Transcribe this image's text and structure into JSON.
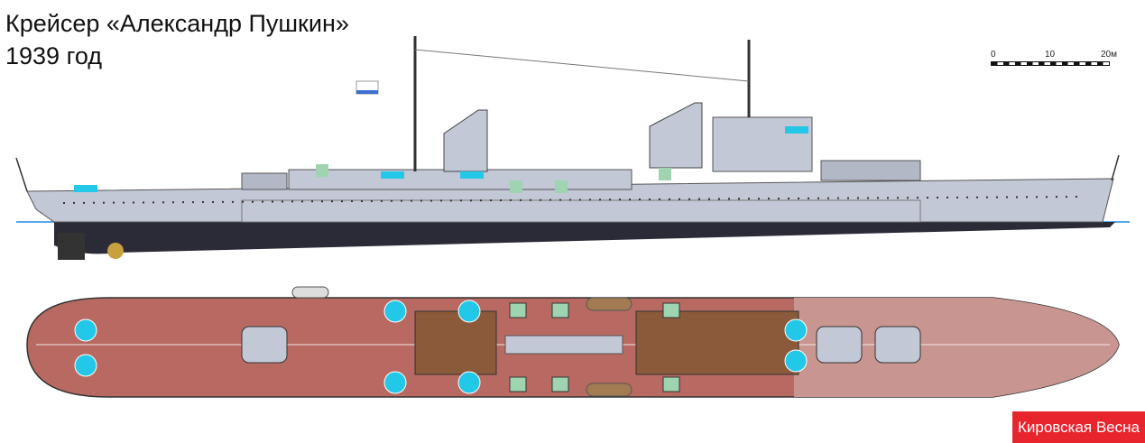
{
  "title": {
    "line1": "Крейсер «Александр Пушкин»",
    "line2": "1939 год"
  },
  "scale": {
    "labels": [
      "0",
      "10",
      "20м"
    ]
  },
  "watermark": "Кировская Весна",
  "colors": {
    "hull_gray": "#c3c8d6",
    "hull_dark": "#2a2b36",
    "waterline": "#5aa9e6",
    "deck": "#b86a62",
    "deck_light": "#c99590",
    "turret_cyan": "#23c8e8",
    "turret_green": "#9fd4b0",
    "badge": "#e8252d"
  }
}
